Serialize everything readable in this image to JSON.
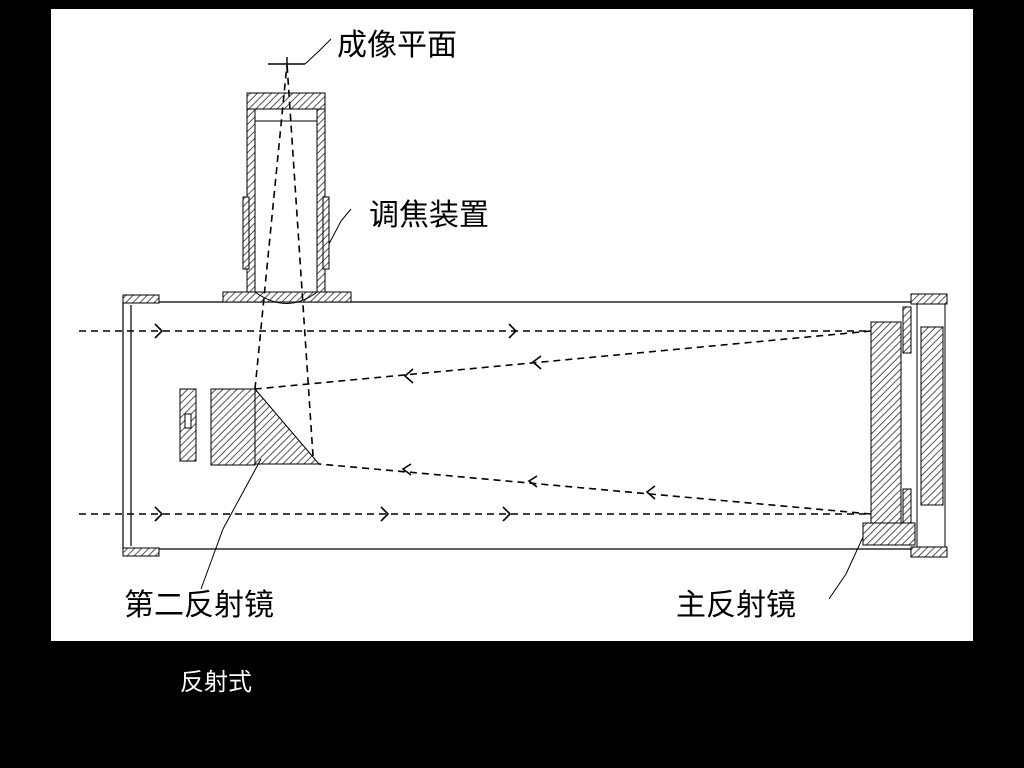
{
  "labels": {
    "image_plane": "成像平面",
    "focuser": "调焦装置",
    "secondary_mirror": "第二反射镜",
    "primary_mirror": "主反射镜"
  },
  "caption": "反射式",
  "colors": {
    "background": "#000000",
    "panel": "#ffffff",
    "ink": "#000000",
    "caption_text": "#ffffff"
  }
}
